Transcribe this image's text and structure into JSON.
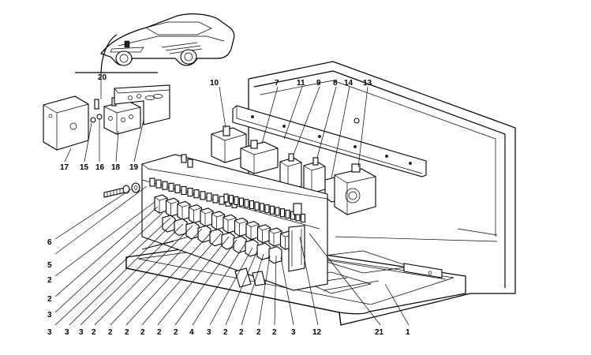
{
  "diagram": {
    "callouts": {
      "c1": "1",
      "c2": "2",
      "c3": "3",
      "c4": "4",
      "c5": "5",
      "c6": "6",
      "c7": "7",
      "c8": "8",
      "c9": "9",
      "c10": "10",
      "c11": "11",
      "c12": "12",
      "c13": "13",
      "c14": "14",
      "c15": "15",
      "c16": "16",
      "c17": "17",
      "c18": "18",
      "c19": "19",
      "c20": "20",
      "c21": "21"
    }
  }
}
